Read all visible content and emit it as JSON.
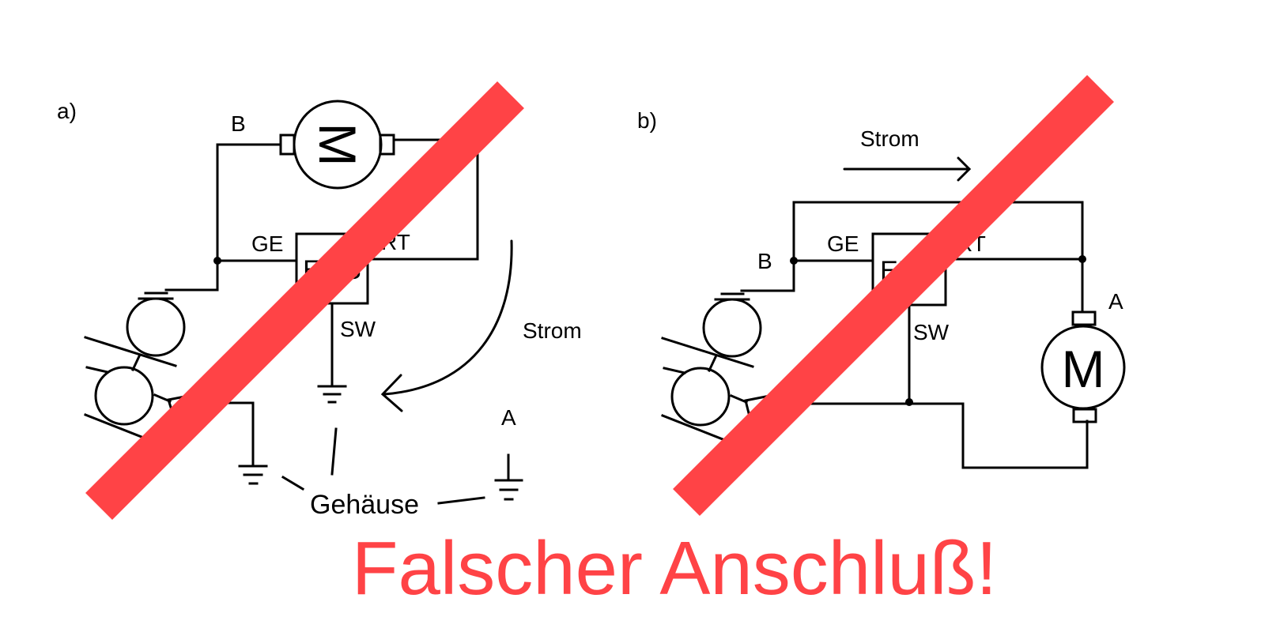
{
  "panel_a": {
    "label": "a)",
    "wire_b": "B",
    "motor": "M",
    "ems": "EMS",
    "ge": "GE",
    "rt": "RT",
    "sw": "SW",
    "current": "Strom",
    "a": "A",
    "housing": "Gehäuse"
  },
  "panel_b": {
    "label": "b)",
    "current": "Strom",
    "wire_b": "B",
    "ems": "EMS",
    "ge": "GE",
    "rt": "RT",
    "sw": "SW",
    "a": "A",
    "motor": "M"
  },
  "warning": "Falscher Anschluß!",
  "colors": {
    "warning": "#ff4346",
    "line": "#000000"
  }
}
